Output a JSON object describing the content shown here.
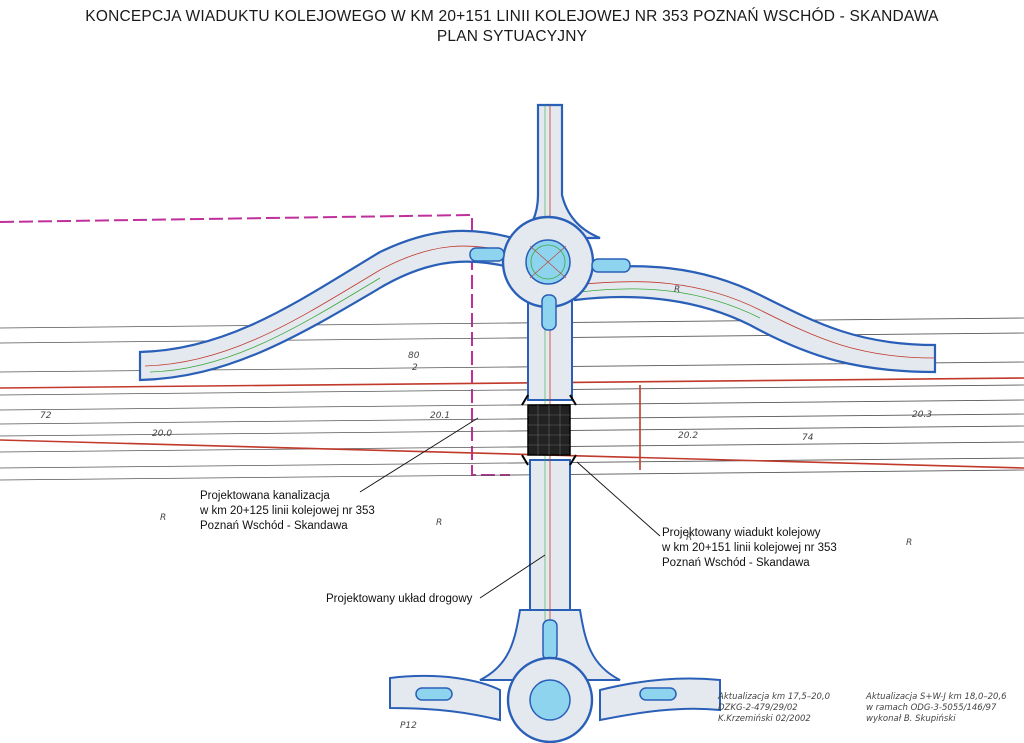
{
  "title": {
    "line1": "KONCEPCJA WIADUKTU KOLEJOWEGO W KM 20+151 LINII KOLEJOWEJ NR 353 POZNAŃ WSCHÓD - SKANDAWA",
    "line2": "PLAN SYTUACYJNY"
  },
  "callouts": {
    "kanalizacja": [
      "Projektowana kanalizacja",
      "w km 20+125 linii kolejowej nr 353",
      "Poznań Wschód - Skandawa"
    ],
    "wiadukt": [
      "Projektowany wiadukt kolejowy",
      "w km 20+151 linii kolejowej nr 353",
      "Poznań Wschód - Skandawa"
    ],
    "uklad": "Projektowany układ drogowy"
  },
  "labels": {
    "km_left": "20.1",
    "km_left2": "20.0",
    "km_right": "20.2",
    "km_far_right": "20.3",
    "km_right2": "74",
    "track_80": "80",
    "track_2": "2",
    "point_p12": "P12",
    "track_72": "72",
    "r_marks": [
      "R",
      "R",
      "R",
      "R",
      "R"
    ]
  },
  "notes": {
    "left": [
      "Aktualizacja km 17,5–20,0",
      "DZKG-2-479/29/02",
      "K.Krzemiński    02/2002"
    ],
    "right": [
      "Aktualizacja S+W-J km 18,0–20,6",
      "w ramach ODG-3-5055/146/97",
      "wykonał  B. Skupiński"
    ]
  },
  "colors": {
    "road_outline": "#2a5fb8",
    "road_fill": "#e4e9f0",
    "island_fill": "#8fd4ee",
    "rail_red": "#c0392b",
    "boundary_magenta": "#c0309c",
    "green_line": "#3aa83a"
  }
}
